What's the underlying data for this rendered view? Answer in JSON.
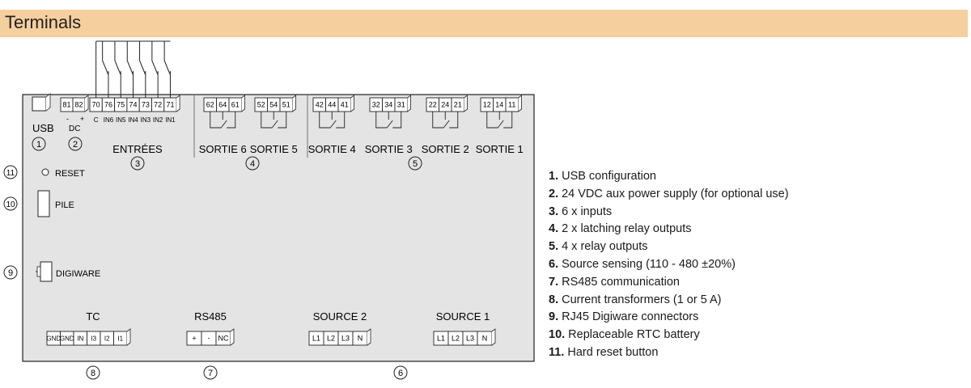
{
  "header": {
    "title": "Terminals"
  },
  "diagram": {
    "usb": {
      "label": "USB",
      "callout": "1"
    },
    "dc": {
      "minus": "-",
      "plus": "+",
      "label": "DC",
      "callout": "2"
    },
    "dc_terminals": [
      "81",
      "82"
    ],
    "input_terminals": [
      "70",
      "76",
      "75",
      "74",
      "73",
      "72",
      "71"
    ],
    "input_labels": [
      "C",
      "IN6",
      "IN5",
      "IN4",
      "IN3",
      "IN2",
      "IN1"
    ],
    "entrees": {
      "label": "ENTRÉES",
      "callout": "3"
    },
    "latching_outputs": [
      {
        "terminals": [
          "62",
          "64",
          "61"
        ],
        "label": "SORTIE 6"
      },
      {
        "terminals": [
          "52",
          "54",
          "51"
        ],
        "label": "SORTIE 5"
      }
    ],
    "latching_callout": "4",
    "relay_outputs": [
      {
        "terminals": [
          "42",
          "44",
          "41"
        ],
        "label": "SORTIE 4"
      },
      {
        "terminals": [
          "32",
          "34",
          "31"
        ],
        "label": "SORTIE 3"
      },
      {
        "terminals": [
          "22",
          "24",
          "21"
        ],
        "label": "SORTIE 2"
      },
      {
        "terminals": [
          "12",
          "14",
          "11"
        ],
        "label": "SORTIE 1"
      }
    ],
    "relay_callout": "5",
    "reset": {
      "label": "RESET",
      "callout": "11"
    },
    "pile": {
      "label": "PILE",
      "callout": "10"
    },
    "digiware": {
      "label": "DIGIWARE",
      "callout": "9"
    },
    "tc": {
      "label": "TC",
      "terminals": [
        "GND",
        "GND",
        "IN",
        "I3",
        "I2",
        "I1"
      ],
      "callout": "8"
    },
    "rs485": {
      "label": "RS485",
      "terminals": [
        "+",
        "-",
        "NC"
      ],
      "callout": "7"
    },
    "source2": {
      "label": "SOURCE 2",
      "terminals": [
        "L1",
        "L2",
        "L3",
        "N"
      ]
    },
    "source1": {
      "label": "SOURCE 1",
      "terminals": [
        "L1",
        "L2",
        "L3",
        "N"
      ]
    },
    "source_callout": "6"
  },
  "legend": [
    {
      "num": "1.",
      "text": "USB configuration"
    },
    {
      "num": "2.",
      "text": "24 VDC aux power supply (for optional use)"
    },
    {
      "num": "3.",
      "text": "6 x inputs"
    },
    {
      "num": "4.",
      "text": "2 x latching relay outputs"
    },
    {
      "num": "5.",
      "text": "4 x relay outputs"
    },
    {
      "num": "6.",
      "text": "Source sensing (110 - 480 ±20%)"
    },
    {
      "num": "7.",
      "text": "RS485 communication"
    },
    {
      "num": "8.",
      "text": "Current transformers (1 or 5 A)"
    },
    {
      "num": "9.",
      "text": "RJ45 Digiware connectors"
    },
    {
      "num": "10.",
      "text": "Replaceable RTC battery"
    },
    {
      "num": "11.",
      "text": "Hard reset button"
    }
  ]
}
